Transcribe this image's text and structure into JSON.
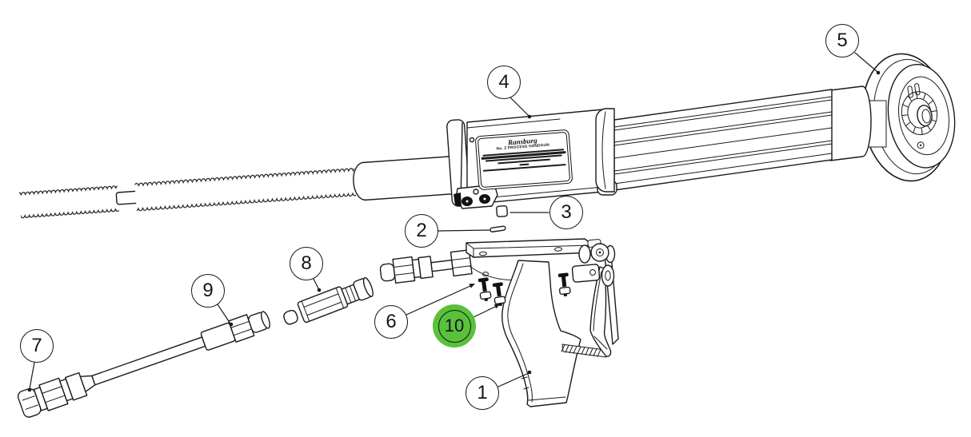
{
  "diagram": {
    "type": "exploded-parts-diagram",
    "subject": "spray handgun assembly",
    "background": "#ffffff",
    "colors": {
      "line": "#1b1b1b",
      "callout_text": "#15151f",
      "highlight_green": "#59c23a"
    },
    "label_plate": {
      "brand": "Ransburg",
      "model_line": "No. 2 PROCESS HANDGUN"
    },
    "callouts": [
      {
        "label": "1",
        "highlighted": false
      },
      {
        "label": "2",
        "highlighted": false
      },
      {
        "label": "3",
        "highlighted": false
      },
      {
        "label": "4",
        "highlighted": false
      },
      {
        "label": "5",
        "highlighted": false
      },
      {
        "label": "6",
        "highlighted": false
      },
      {
        "label": "7",
        "highlighted": false
      },
      {
        "label": "8",
        "highlighted": false
      },
      {
        "label": "9",
        "highlighted": false
      },
      {
        "label": "10",
        "highlighted": true
      }
    ]
  }
}
